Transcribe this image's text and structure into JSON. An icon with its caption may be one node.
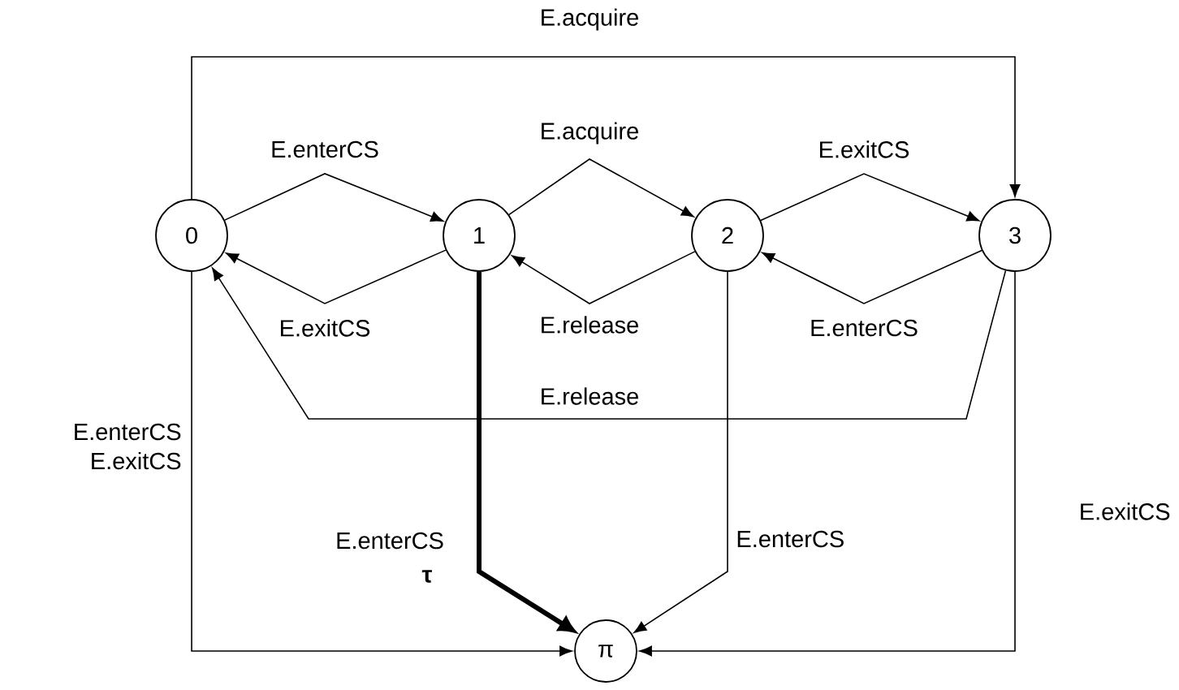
{
  "diagram": {
    "nodes": [
      {
        "text": [
          "0"
        ]
      },
      {
        "text": [
          "1"
        ]
      },
      {
        "text": [
          "2"
        ]
      },
      {
        "text": [
          "3"
        ]
      },
      {
        "text": [
          "π"
        ]
      }
    ],
    "edges": [
      {
        "from": 0,
        "to": 3,
        "arrow": "to",
        "label": "E.acquire"
      },
      {
        "from": 0,
        "to": 1,
        "arrow": "to",
        "label": "E.enterCS"
      },
      {
        "from": 1,
        "to": 0,
        "arrow": "to",
        "label": "E.exitCS"
      },
      {
        "from": 1,
        "to": 2,
        "arrow": "to",
        "label": "E.acquire"
      },
      {
        "from": 2,
        "to": 1,
        "arrow": "to",
        "label": "E.release"
      },
      {
        "from": 2,
        "to": 3,
        "arrow": "to",
        "label": "E.exitCS"
      },
      {
        "from": 3,
        "to": 2,
        "arrow": "to",
        "label": "E.enterCS"
      },
      {
        "from": 3,
        "to": 0,
        "arrow": "to",
        "label": "E.release"
      },
      {
        "from": 0,
        "to": 4,
        "arrow": "to",
        "label": "E.enterCS E.exitCS"
      },
      {
        "from": 1,
        "to": 4,
        "arrow": "to",
        "label": "E.enterCS",
        "style": "thick"
      },
      {
        "from": 2,
        "to": 4,
        "arrow": "to",
        "label": "E.enterCS"
      },
      {
        "from": 3,
        "to": 4,
        "arrow": "to",
        "label": "E.exitCS"
      }
    ],
    "labels": [
      "τ"
    ]
  }
}
